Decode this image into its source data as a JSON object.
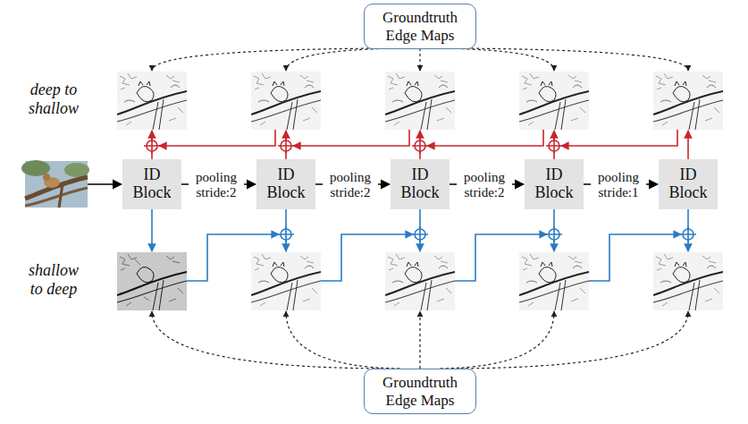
{
  "diagram": {
    "nodes": [
      {
        "text": [
          "Groundtruth Edge Maps"
        ]
      },
      {
        "text": [
          "ID Block"
        ]
      },
      {
        "text": [
          "ID Block"
        ]
      },
      {
        "text": [
          "ID Block"
        ]
      },
      {
        "text": [
          "ID Block"
        ]
      },
      {
        "text": [
          "ID Block"
        ]
      },
      {
        "text": [
          "Groundtruth Edge Maps"
        ]
      }
    ],
    "edges": [
      {
        "from": 1,
        "to": 2,
        "label": "pooling stride:2",
        "arrow": "to"
      },
      {
        "from": 2,
        "to": 3,
        "label": "pooling stride:2",
        "arrow": "to"
      },
      {
        "from": 3,
        "to": 4,
        "label": "pooling stride:2",
        "arrow": "to"
      },
      {
        "from": 4,
        "to": 5,
        "label": "pooling stride:1",
        "arrow": "to"
      }
    ],
    "labels": [
      "deep to shallow",
      "shallow to deep"
    ]
  }
}
